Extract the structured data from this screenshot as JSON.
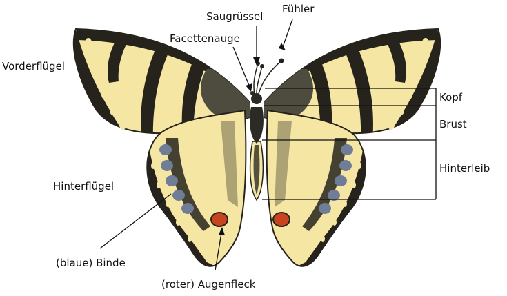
{
  "labels": {
    "saugruessel": "Saugrüssel",
    "fuehler": "Fühler",
    "facettenauge": "Facettenauge",
    "vorderfluegel": "Vorderflügel",
    "kopf": "Kopf",
    "brust": "Brust",
    "hinterleib": "Hinterleib",
    "hinterfluegel": "Hinterflügel",
    "binde": "(blaue) Binde",
    "augenfleck": "(roter) Augenfleck"
  },
  "colors": {
    "wing_yellow": "#f5e6a4",
    "wing_black": "#26231c",
    "body_dark": "#2b2a24",
    "hair_gray": "#6d6a58",
    "blue_spot": "#6f7e96",
    "red_eye": "#c8441e",
    "line": "#111111"
  }
}
